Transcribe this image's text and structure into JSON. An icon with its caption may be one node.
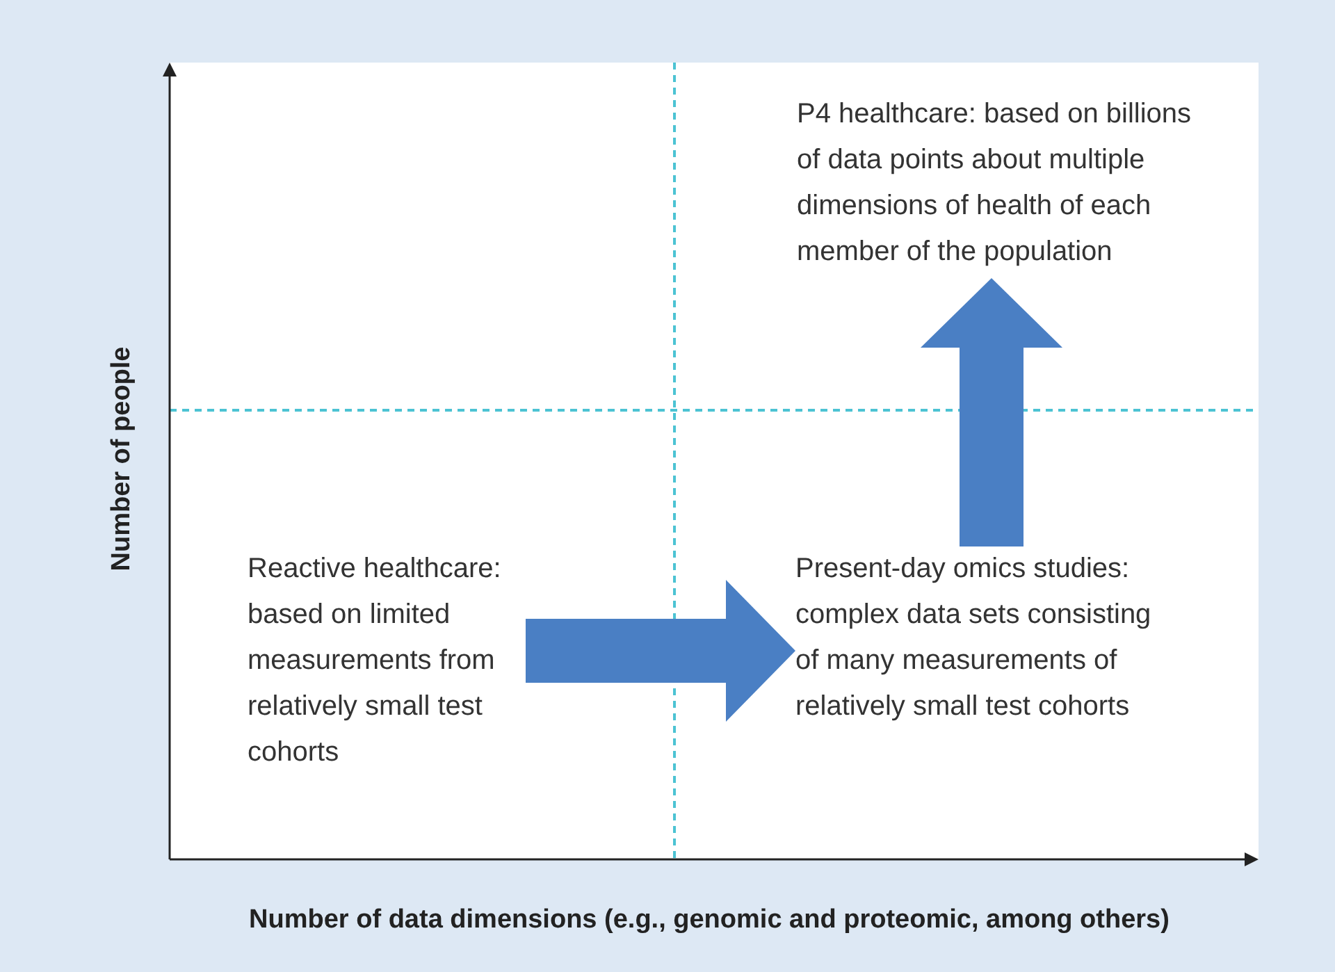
{
  "diagram": {
    "nodes": [
      {
        "text": [
          "Reactive healthcare: based on limited measurements from relatively small test cohorts"
        ]
      },
      {
        "text": [
          "Present-day omics studies: complex data sets consisting of many measurements of relatively small test cohorts"
        ]
      },
      {
        "text": [
          "P4 healthcare: based on billions of data points about multiple dimensions of health of each member of the population"
        ]
      }
    ],
    "edges": [
      {
        "from": 0,
        "to": 1,
        "arrow": "to"
      },
      {
        "from": 1,
        "to": 2,
        "arrow": "to"
      }
    ],
    "labels": [
      "Number of people",
      "Number of data dimensions (e.g., genomic and proteomic, among others)"
    ]
  }
}
